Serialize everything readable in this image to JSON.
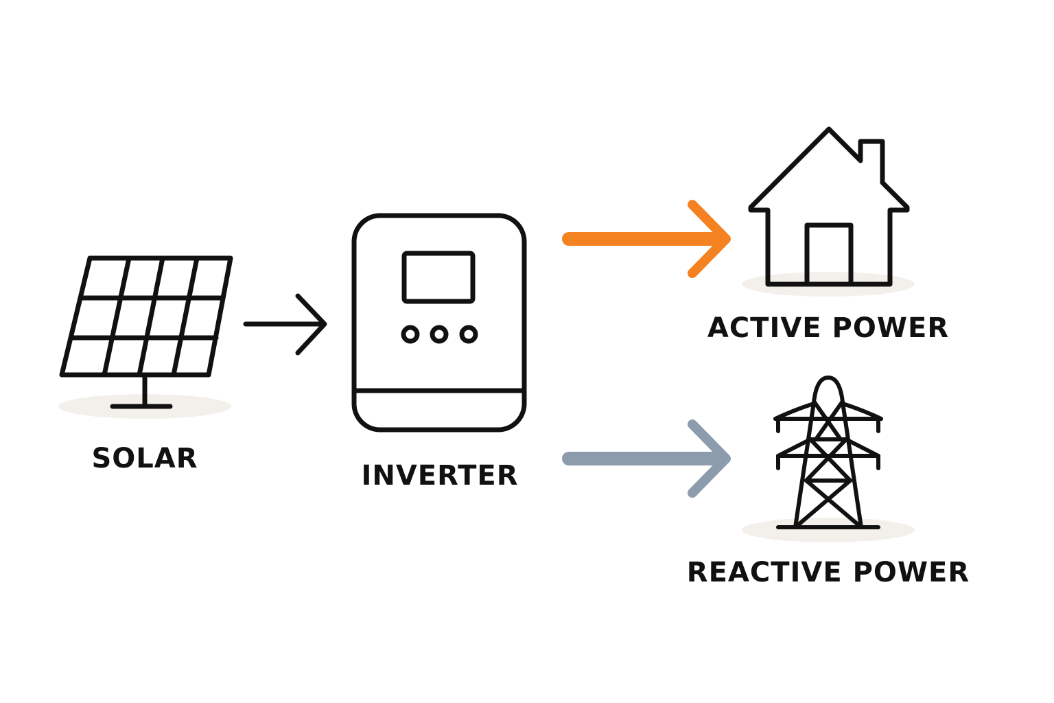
{
  "nodes": {
    "solar": {
      "label": "SOLAR",
      "icon": "solar-panel-icon"
    },
    "inverter": {
      "label": "INVERTER",
      "icon": "inverter-icon"
    },
    "active": {
      "label": "ACTIVE POWER",
      "icon": "house-icon"
    },
    "reactive": {
      "label": "REACTIVE POWER",
      "icon": "transmission-tower-icon"
    }
  },
  "edges": [
    {
      "from": "solar",
      "to": "inverter",
      "color": "#111111"
    },
    {
      "from": "inverter",
      "to": "active",
      "color": "#F58220"
    },
    {
      "from": "inverter",
      "to": "reactive",
      "color": "#8C9CAD"
    }
  ],
  "colors": {
    "stroke": "#111111",
    "active_arrow": "#F58220",
    "reactive_arrow": "#8C9CAD",
    "shadow": "#F3F0EC",
    "background": "#FFFFFF"
  }
}
